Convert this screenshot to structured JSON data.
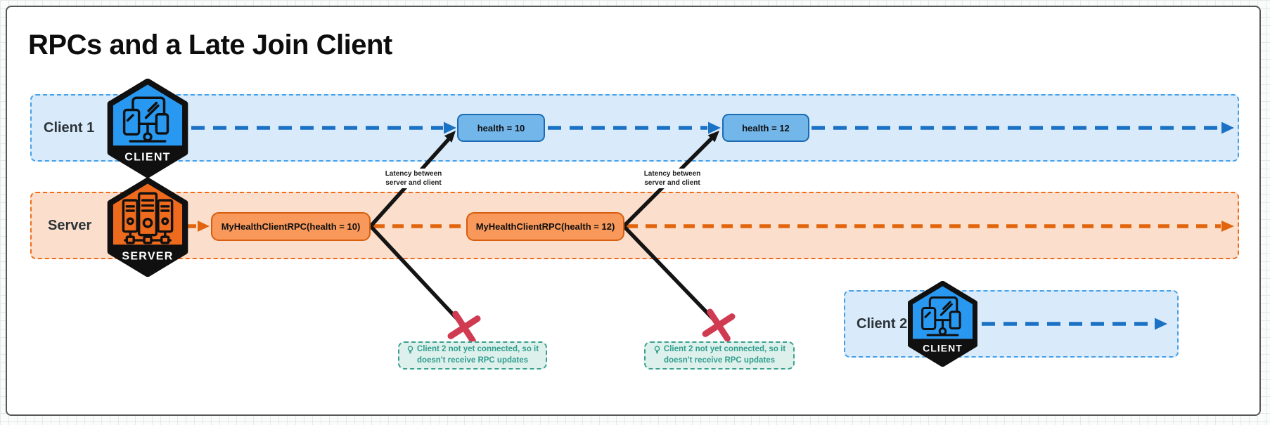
{
  "title": "RPCs and a Late Join Client",
  "lanes": {
    "client1": {
      "label": "Client 1",
      "badge": "CLIENT"
    },
    "server": {
      "label": "Server",
      "badge": "SERVER"
    },
    "client2": {
      "label": "Client 2",
      "badge": "CLIENT"
    }
  },
  "nodes": {
    "health1": {
      "label": "health = 10"
    },
    "health2": {
      "label": "health = 12"
    },
    "rpc1": {
      "label": "MyHealthClientRPC(health = 10)"
    },
    "rpc2": {
      "label": "MyHealthClientRPC(health = 12)"
    }
  },
  "annotations": {
    "latency1": {
      "line1": "Latency between",
      "line2": "server and client"
    },
    "latency2": {
      "line1": "Latency between",
      "line2": "server and client"
    },
    "note1": {
      "line1": "Client 2 not yet connected, so it",
      "line2": "doesn't receive RPC updates"
    },
    "note2": {
      "line1": "Client 2 not yet connected, so it",
      "line2": "doesn't receive RPC updates"
    }
  },
  "colors": {
    "client_blue": "#2898f0",
    "timeline_blue": "#1b72c5",
    "lane_blue_bg": "#d9ebfa",
    "lane_blue_border": "#45a0ea",
    "node_blue_bg": "#73b6ea",
    "node_blue_border": "#1c6bb2",
    "server_orange": "#ee6b1e",
    "timeline_orange": "#e2650d",
    "lane_orange_bg": "#fbdfcc",
    "node_orange_bg": "#f8995b",
    "node_orange_border": "#d65e0e",
    "note_teal": "#2f9e8d",
    "note_bg": "#def0ec",
    "fail_red": "#d13b52",
    "arrow_black": "#141414"
  }
}
